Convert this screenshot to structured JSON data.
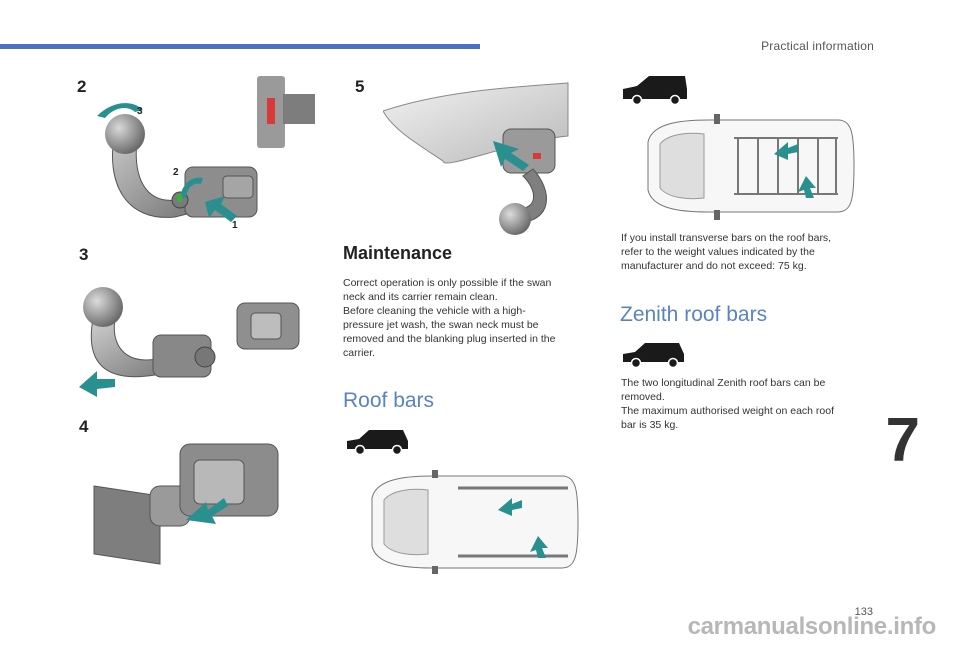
{
  "header": {
    "section_title": "Practical information"
  },
  "steps": [
    {
      "number": "2",
      "callouts": [
        "3",
        "2",
        "1"
      ]
    },
    {
      "number": "3"
    },
    {
      "number": "4"
    },
    {
      "number": "5"
    }
  ],
  "maintenance": {
    "heading": "Maintenance",
    "lines": [
      "Correct operation is only possible if the swan",
      "neck and its carrier remain clean.",
      "Before cleaning the vehicle with a high-",
      "pressure jet wash, the swan neck must be",
      "removed and the blanking plug inserted in the",
      "carrier."
    ]
  },
  "roof_bars": {
    "heading": "Roof bars"
  },
  "transverse": {
    "lines": [
      "If you install transverse bars on the roof bars,",
      "refer to the weight values indicated by the",
      "manufacturer and do not exceed: 75 kg."
    ]
  },
  "zenith": {
    "heading": "Zenith roof bars",
    "lines": [
      "The two longitudinal Zenith roof bars can be",
      "removed.",
      "The maximum authorised weight on each roof",
      "bar is 35 kg."
    ]
  },
  "chapter_number": "7",
  "page_number": "133",
  "watermark": "carmanualsonline.info",
  "colors": {
    "accent_bar": "#4a6fc9",
    "heading_blue": "#5a84c0",
    "arrow_teal": "#2a8f8f",
    "part_gray": "#8a8a8a"
  }
}
